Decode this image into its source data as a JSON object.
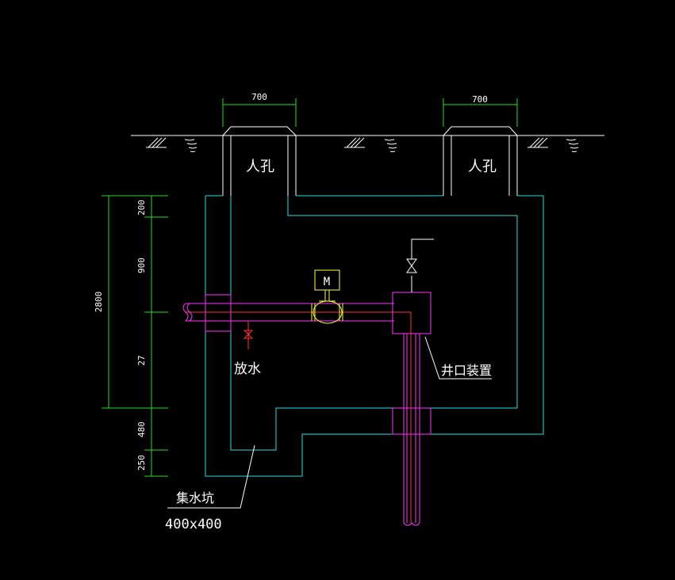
{
  "colors": {
    "background": "#000000",
    "ground": "#ffffff",
    "wall": "#22e0e0",
    "pipe": "#ff33ff",
    "pipe_core": "#ff3333",
    "valve": "#ffff33",
    "dimension": "#22dd22",
    "text": "#ffffff"
  },
  "labels": {
    "manhole_left": "人孔",
    "manhole_right": "人孔",
    "drain": "放水",
    "wellhead": "井口装置",
    "sump": "集水坑",
    "sump_size": "400x400",
    "motor": "M"
  },
  "dimensions": {
    "manhole_width_left": "700",
    "manhole_width_right": "700",
    "total_depth": "2800",
    "seg_1": "200",
    "seg_2": "900",
    "seg_3": "27",
    "seg_4": "480",
    "seg_5": "250"
  }
}
